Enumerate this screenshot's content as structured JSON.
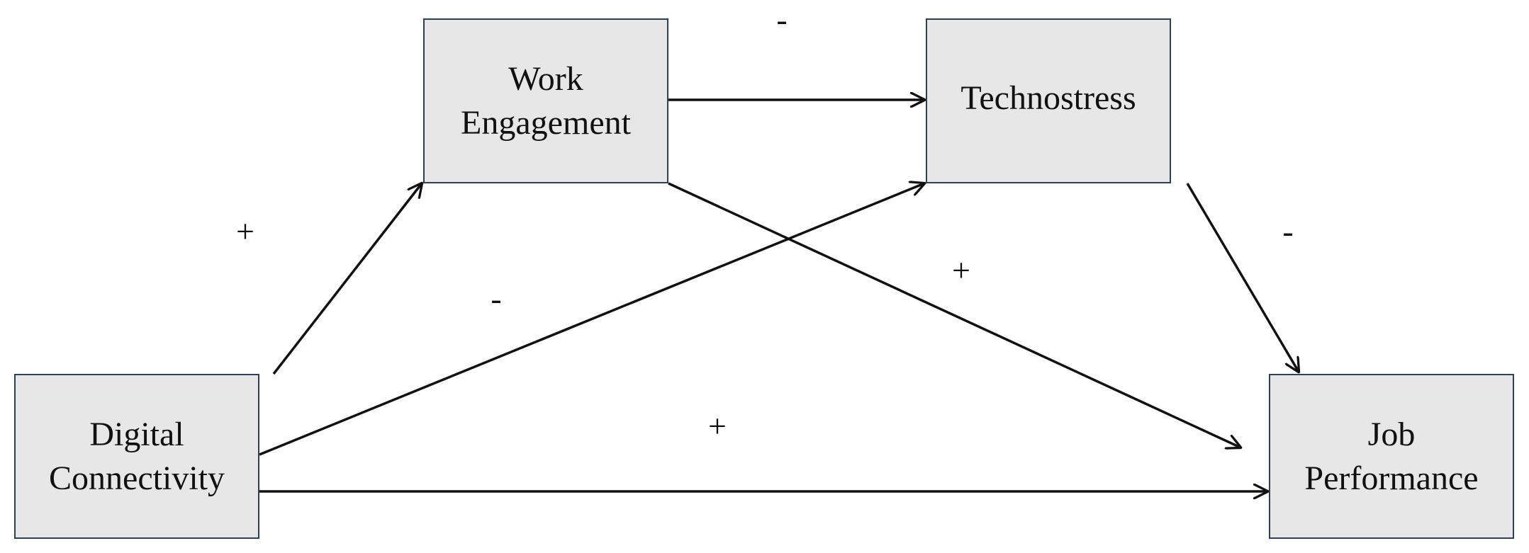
{
  "nodes": {
    "digital_connectivity": {
      "line1": "Digital",
      "line2": "Connectivity"
    },
    "work_engagement": {
      "line1": "Work",
      "line2": "Engagement"
    },
    "technostress": {
      "line1": "Technostress"
    },
    "job_performance": {
      "line1": "Job",
      "line2": "Performance"
    }
  },
  "edges": [
    {
      "from": "Digital Connectivity",
      "to": "Work Engagement",
      "sign": "+"
    },
    {
      "from": "Digital Connectivity",
      "to": "Technostress",
      "sign": "-"
    },
    {
      "from": "Work Engagement",
      "to": "Technostress",
      "sign": "-"
    },
    {
      "from": "Work Engagement",
      "to": "Job Performance",
      "sign": "+"
    },
    {
      "from": "Technostress",
      "to": "Job Performance",
      "sign": "-"
    },
    {
      "from": "Digital Connectivity",
      "to": "Job Performance",
      "sign": "+"
    }
  ],
  "colors": {
    "box_fill": "#e7e7e7",
    "box_border": "#2e3f57",
    "arrow": "#111111"
  }
}
